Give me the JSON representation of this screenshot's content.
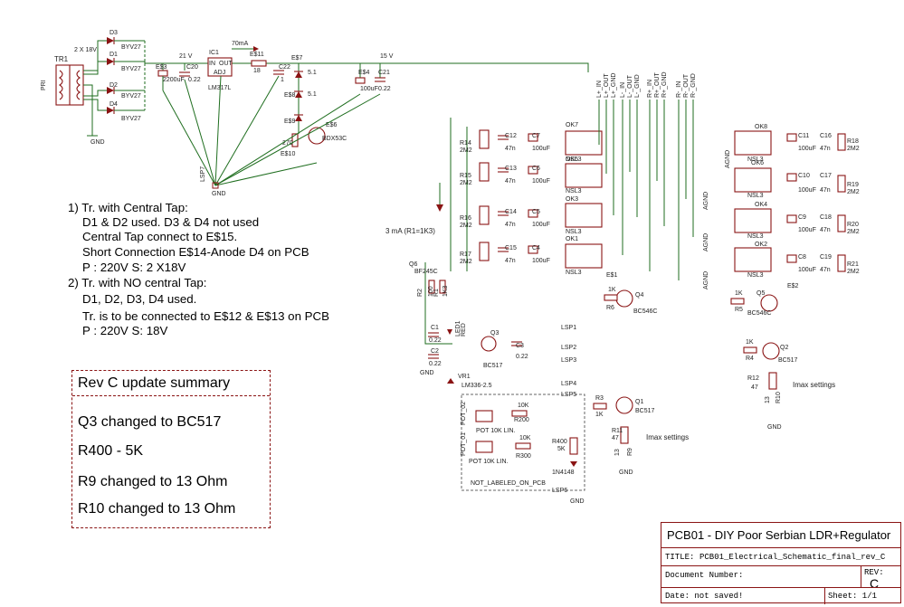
{
  "colors": {
    "wire": "#1f6e1f",
    "part": "#8a1414",
    "background": "#ffffff"
  },
  "labels": {
    "tr1": "TR1",
    "pri": "PRI",
    "sec_voltage": "2 X 18V",
    "d3": "D3",
    "d1": "D1",
    "d2": "D2",
    "d4": "D4",
    "byv27_1": "BYV27",
    "byv27_2": "BYV27",
    "byv27_3": "BYV27",
    "byv27_4": "BYV27",
    "gnd_tr": "GND",
    "es3": "E$3",
    "c2200": "2200uF",
    "c20": "C20",
    "c20v": "0.22",
    "v21": "21 V",
    "ic1": "IC1",
    "lm317": "LM317L",
    "in": "IN",
    "out": "OUT",
    "adj": "ADJ",
    "ma70": "70mA",
    "es11": "E$11",
    "r18": "18",
    "c22": "C22",
    "c22v": "1",
    "es7": "E$7",
    "z51a": "5.1",
    "es8": "E$8",
    "z51b": "5.1",
    "es9": "E$9",
    "es6": "E$6",
    "bdx": "BDX53C",
    "r270": "270",
    "es10": "E$10",
    "v15": "15 V",
    "es4": "E$4",
    "c100": "100uF",
    "c21": "C21",
    "c21v": "0.22",
    "gnd_main": "GND",
    "lsp7": "LSP7",
    "ma3": "3 mA (R1=1K3)",
    "ok7": "OK7",
    "ok5": "OK5",
    "ok3": "OK3",
    "ok1": "OK1",
    "ok8": "OK8",
    "ok6": "OK6",
    "ok4": "OK4",
    "ok2": "OK2",
    "nsl3": "NSL3",
    "r14": "R14",
    "r15": "R15",
    "r16": "R16",
    "r17": "R17",
    "r18r": "R18",
    "r19": "R19",
    "r20": "R20",
    "r21": "R21",
    "m22": "2M2",
    "c12": "C12",
    "c13": "C13",
    "c14": "C14",
    "c15": "C15",
    "c7": "C7",
    "c6": "C6",
    "c5": "C5",
    "c4": "C4",
    "c11": "C11",
    "c10": "C10",
    "c9": "C9",
    "c8": "C8",
    "c16": "C16",
    "c17": "C17",
    "c18": "C18",
    "c19": "C19",
    "n47": "47n",
    "u100": "100uF",
    "agnd": "AGND",
    "conn_l": [
      "L+_IN",
      "L+_OUT",
      "L+_GND",
      "L-_IN",
      "L-_OUT",
      "L-_GND",
      "R+_IN",
      "R+_OUT",
      "R+_GND",
      "R-_IN",
      "R-_OUT",
      "R-_GND"
    ],
    "q6": "Q6",
    "bf245": "BF245C",
    "r2": "R2",
    "r2v": "100",
    "r1": "R1",
    "r1v": "1K3",
    "es1": "E$1",
    "r6": "R6",
    "r6v": "1K",
    "q4": "Q4",
    "bc546a": "BC546C",
    "r5": "R5",
    "r5v": "1K",
    "q5": "Q5",
    "bc546b": "BC546C",
    "es2": "E$2",
    "c1": "C1",
    "c1v": "0.22",
    "c2": "C2",
    "c2v": "0.22",
    "gnd_c": "GND",
    "led1": "LED1",
    "red": "RED",
    "q3": "Q3",
    "bc517a": "BC517",
    "c3": "C3",
    "c3v": "0.22",
    "vr1": "VR1",
    "lm336": "LM336-2.5",
    "lsp1": "LSP1",
    "lsp2": "LSP2",
    "lsp3": "LSP3",
    "lsp4": "LSP4",
    "lsp5": "LSP5",
    "lsp6": "LSP6",
    "pot1": "POT_02",
    "pot2": "POT_01",
    "pot10k_1": "POT 10K LIN.",
    "pot10k_2": "POT 10K LIN.",
    "r200": "R200",
    "r200v": "10K",
    "r300": "R300",
    "r300v": "10K",
    "r400": "R400",
    "r400v": "5K",
    "d1n4148": "1N4148",
    "not_labeled": "NOT_LABELED_ON_PCB",
    "r3": "R3",
    "r3v": "1K",
    "q1": "Q1",
    "bc517b": "BC517",
    "r11": "R11",
    "r11v": "47",
    "r9": "R9",
    "r9v": "13",
    "imax1": "Imax settings",
    "r4": "R4",
    "r4v": "1K",
    "q2": "Q2",
    "bc517c": "BC517",
    "r12": "R12",
    "r12v": "47",
    "r10": "R10",
    "r10v": "13",
    "imax2": "Imax settings",
    "gnd_q1": "GND",
    "gnd_q2": "GND",
    "gnd_r400": "GND"
  },
  "notes": {
    "n1_title": "1) Tr. with Central Tap:",
    "n1_l1": "D1 & D2 used. D3  & D4 not used",
    "n1_l2": "Central Tap connect to E$15.",
    "n1_l3": "Short Connection E$14-Anode D4 on PCB",
    "n1_l4": "P : 220V     S:  2 X18V",
    "n2_title": "2) Tr. with NO central Tap:",
    "n2_l1": "D1, D2, D3, D4 used.",
    "n2_l2": "Tr. is to be connected to E$12 & E$13 on PCB",
    "n2_l3": "P : 220V     S:  18V"
  },
  "summary": {
    "title": "Rev C update summary",
    "items": [
      "Q3 changed to BC517",
      "R400 - 5K",
      "R9 changed to 13 Ohm",
      "R10 changed to 13 Ohm"
    ]
  },
  "title_block": {
    "project": "PCB01 - DIY Poor Serbian LDR+Regulator",
    "title_label": "TITLE:",
    "title_value": "PCB01_Electrical_Schematic_final_rev_C",
    "doc_label": "Document Number:",
    "rev_label": "REV:",
    "rev_value": "C",
    "date": "Date: not saved!",
    "sheet": "Sheet: 1/1"
  }
}
